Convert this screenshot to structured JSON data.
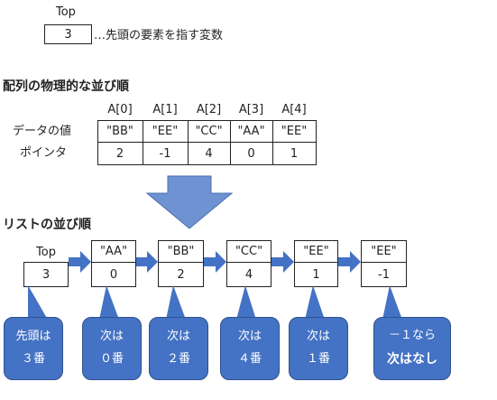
{
  "top_section": {
    "label": "Top",
    "value": "3",
    "description": "…先頭の要素を指す変数"
  },
  "physical_order": {
    "title": "配列の物理的な並び順",
    "columns": [
      "A[0]",
      "A[1]",
      "A[2]",
      "A[3]",
      "A[4]"
    ],
    "row_labels": {
      "data": "データの値",
      "pointer": "ポインタ"
    },
    "data_values": [
      "\"BB\"",
      "\"EE\"",
      "\"CC\"",
      "\"AA\"",
      "\"EE\""
    ],
    "pointer_values": [
      "2",
      "-1",
      "4",
      "0",
      "1"
    ]
  },
  "list_order": {
    "title": "リストの並び順",
    "nodes": [
      {
        "top": "Top",
        "bottom": "3"
      },
      {
        "top": "\"AA\"",
        "bottom": "0"
      },
      {
        "top": "\"BB\"",
        "bottom": "2"
      },
      {
        "top": "\"CC\"",
        "bottom": "4"
      },
      {
        "top": "\"EE\"",
        "bottom": "1"
      },
      {
        "top": "\"EE\"",
        "bottom": "-1"
      }
    ],
    "callouts": [
      {
        "line1": "先頭は",
        "line2": "３番"
      },
      {
        "line1": "次は",
        "line2": "０番"
      },
      {
        "line1": "次は",
        "line2": "２番"
      },
      {
        "line1": "次は",
        "line2": "４番"
      },
      {
        "line1": "次は",
        "line2": "１番"
      },
      {
        "line1": "－１なら",
        "line2": "次はなし"
      }
    ]
  },
  "colors": {
    "accent": "#4472C4",
    "accent_border": "#2F528F",
    "big_arrow": "#6F93D2"
  }
}
